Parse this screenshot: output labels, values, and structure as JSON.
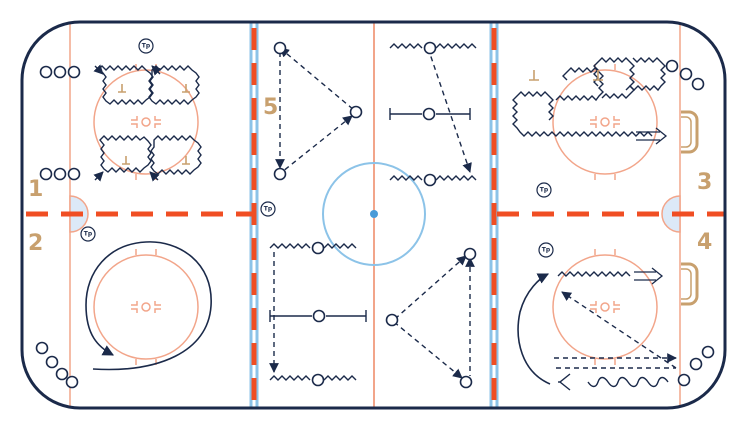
{
  "stations": [
    {
      "id": "1",
      "label": "1"
    },
    {
      "id": "2",
      "label": "2"
    },
    {
      "id": "3",
      "label": "3"
    },
    {
      "id": "4",
      "label": "4"
    },
    {
      "id": "5",
      "label": "5"
    }
  ],
  "marker_text": "Tp",
  "colors": {
    "boards": "#1B2A4A",
    "rink_lines": "#F2A58A",
    "red_line": "#F04E23",
    "blue_line": "#8CC3E8",
    "player": "#1B2A4A",
    "accent_label": "#C8A06E",
    "crease": "#DCE9F7"
  }
}
